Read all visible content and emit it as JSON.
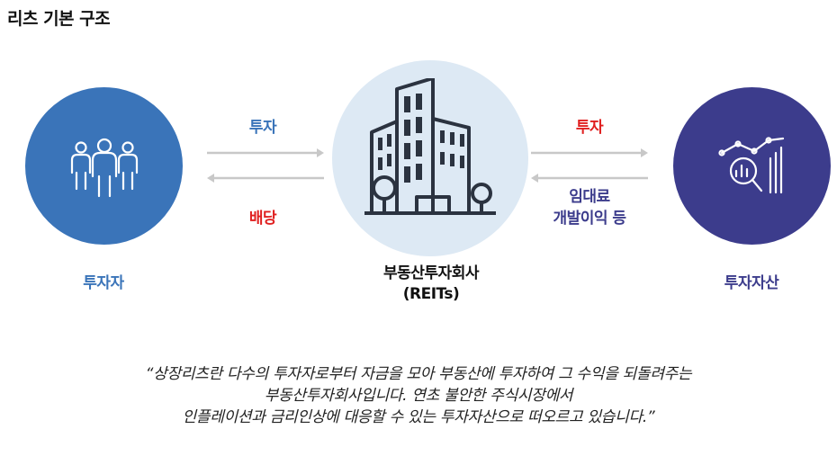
{
  "title": "리츠 기본 구조",
  "nodes": {
    "investor": {
      "label": "투자자",
      "icon": "people-group-icon",
      "color": "#3a74b9"
    },
    "reits": {
      "label_line1": "부동산투자회사",
      "label_line2": "(REITs)",
      "icon": "buildings-icon",
      "color": "#dde9f4"
    },
    "asset": {
      "label": "투자자산",
      "icon": "analytics-magnifier-icon",
      "color": "#3c3c8c"
    }
  },
  "flows": {
    "investor_to_reits": "투자",
    "reits_to_investor": "배당",
    "reits_to_asset": "투자",
    "asset_to_reits_line1": "임대료",
    "asset_to_reits_line2": "개발이익 등"
  },
  "quote": {
    "line1": "“상장리츠란 다수의 투자자로부터 자금을 모아 부동산에 투자하여 그 수익을 되돌려주는",
    "line2": "부동산투자회사입니다. 연초 불안한 주식시장에서",
    "line3": "인플레이션과 금리인상에 대응할 수 있는 투자자산으로 떠오르고 있습니다.”"
  }
}
